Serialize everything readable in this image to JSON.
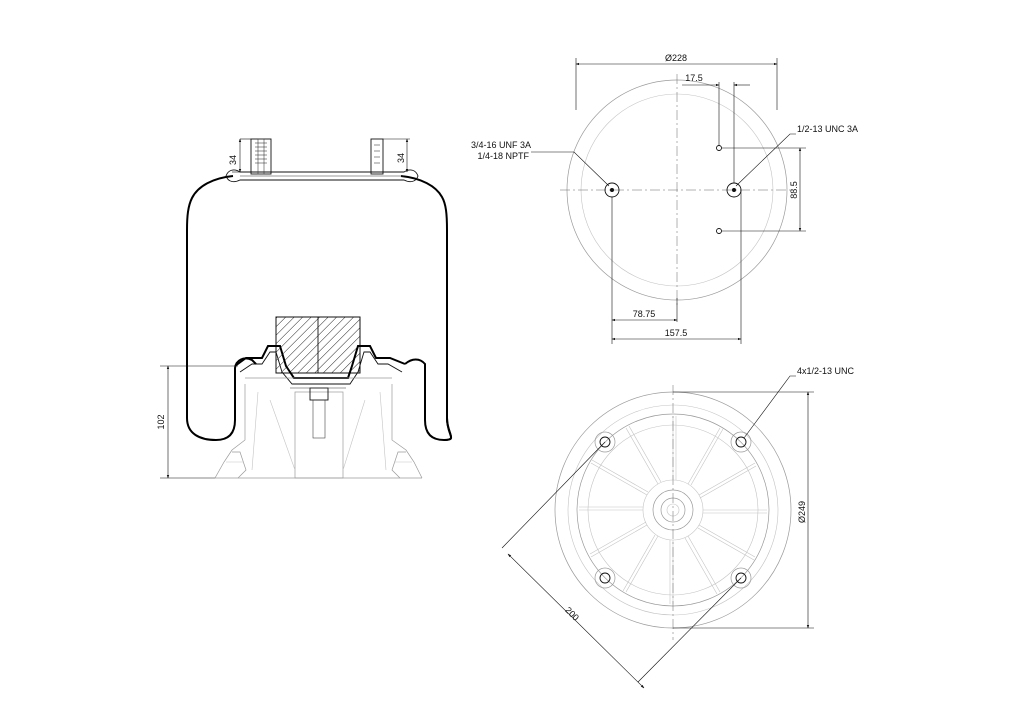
{
  "side_view": {
    "dim_top_left": "34",
    "dim_top_right": "34",
    "dim_height": "102"
  },
  "top_view": {
    "dim_diameter": "Ø228",
    "dim_offset_top": "17.5",
    "dim_stud_spacing": "88.5",
    "dim_left_offset": "78.75",
    "dim_bottom_total": "157.5",
    "label_air_fitting_line1": "3/4-16 UNF 3A",
    "label_air_fitting_line2": "1/4-18 NPTF",
    "label_stud": "1/2-13 UNC 3A"
  },
  "bottom_view": {
    "label_holes": "4x1/2-13 UNC",
    "dim_diameter": "Ø249",
    "dim_bolt_circle": "200"
  }
}
